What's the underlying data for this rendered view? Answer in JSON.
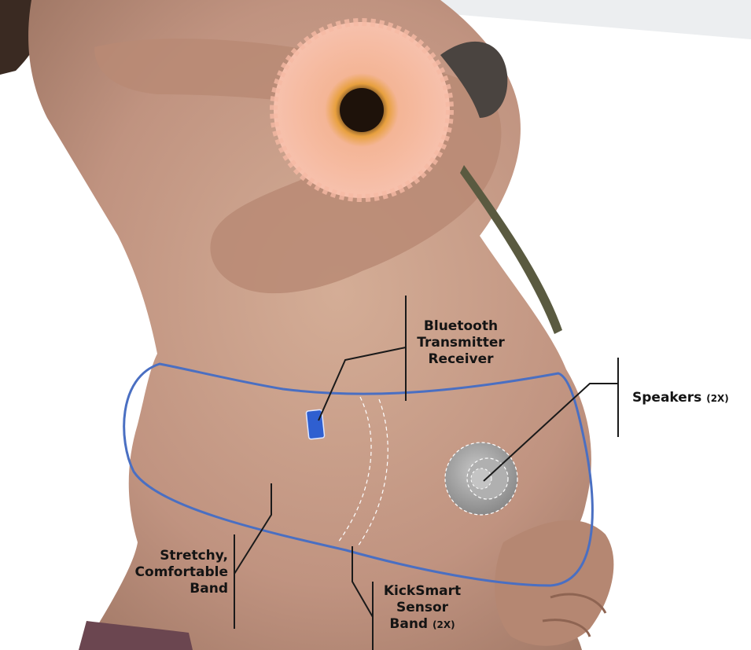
{
  "labels": {
    "bluetooth": {
      "lines": [
        "Bluetooth",
        "Transmitter",
        "Receiver"
      ]
    },
    "speakers": {
      "text": "Speakers",
      "suffix": "(2X)"
    },
    "band": {
      "lines": [
        "Stretchy,",
        "Comfortable",
        "Band"
      ]
    },
    "sensor": {
      "lines": [
        "KickSmart",
        "Sensor"
      ],
      "last": "Band",
      "suffix": "(2X)"
    }
  },
  "colors": {
    "band_outline": "#4a6fc2",
    "transmitter": "#2f5fd0",
    "leader_line": "#1a1a1a",
    "speaker": "#9a9a9a",
    "skin": "#c49a82",
    "flower": "#f2a896"
  }
}
